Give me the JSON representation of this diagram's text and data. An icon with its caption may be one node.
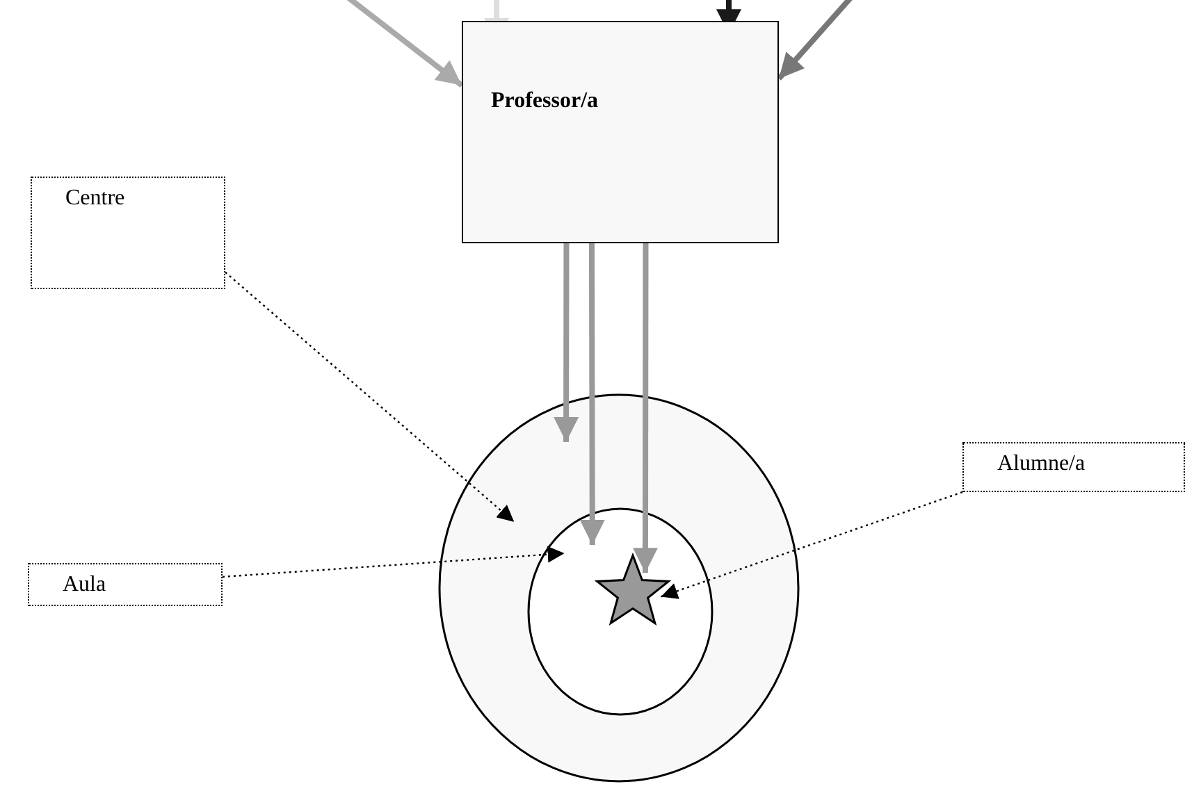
{
  "diagram": {
    "nodes": [
      {
        "text": [
          "Professor/a"
        ]
      },
      {
        "text": [],
        "shape": "circle"
      },
      {
        "text": [],
        "shape": "circle",
        "in": 1
      },
      {
        "text": [],
        "shape": "star",
        "in": 2
      },
      {
        "text": [
          "Centre"
        ]
      },
      {
        "text": [
          "Aula"
        ]
      },
      {
        "text": [
          "Alumne/a"
        ]
      }
    ],
    "edges": [
      {
        "from": null,
        "to": 0,
        "arrow": "to",
        "color": "#aaaaaa"
      },
      {
        "from": null,
        "to": 0,
        "arrow": "to",
        "color": "#dddddd"
      },
      {
        "from": null,
        "to": 0,
        "arrow": "to",
        "color": "#1a1a1a"
      },
      {
        "from": null,
        "to": 0,
        "arrow": "to",
        "color": "#777777"
      },
      {
        "from": 0,
        "to": 1,
        "arrow": "to"
      },
      {
        "from": 0,
        "to": 2,
        "arrow": "to"
      },
      {
        "from": 0,
        "to": 3,
        "arrow": "to"
      },
      {
        "from": 4,
        "to": 1,
        "arrow": "to",
        "style": "dashed",
        "color": "#000000"
      },
      {
        "from": 5,
        "to": 2,
        "arrow": "to",
        "style": "dashed",
        "color": "#000000"
      },
      {
        "from": 6,
        "to": 3,
        "arrow": "to",
        "style": "dashed",
        "color": "#000000"
      }
    ]
  }
}
